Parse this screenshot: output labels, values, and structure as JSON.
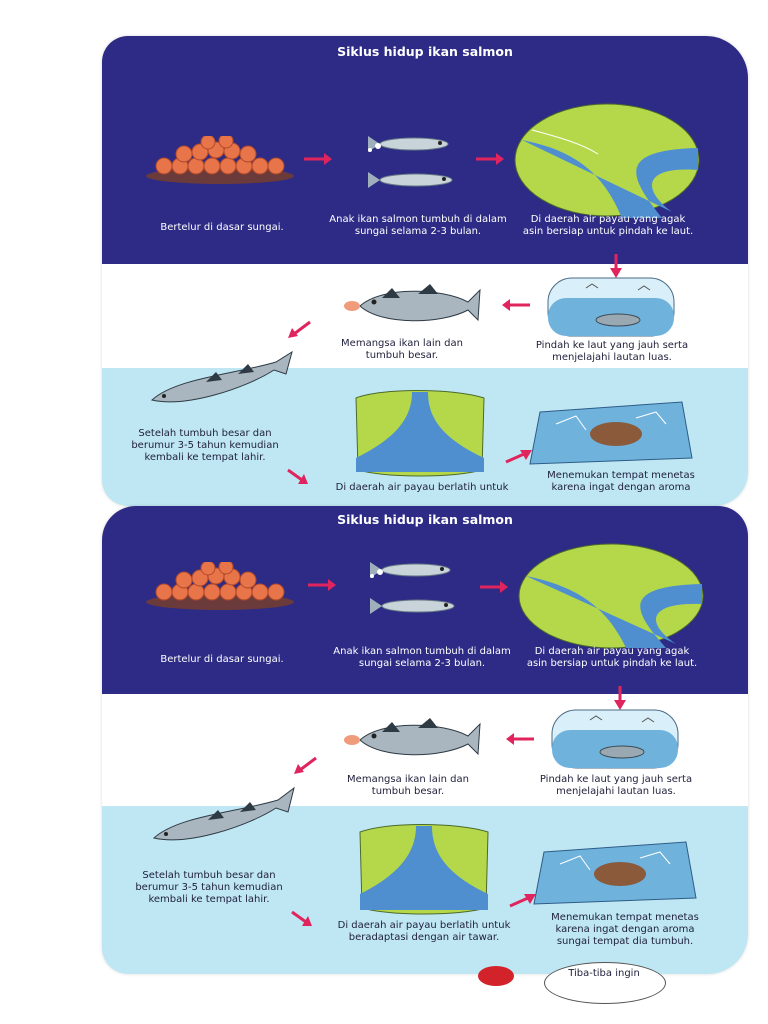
{
  "panels": [
    {
      "title": "Siklus hidup ikan salmon",
      "captions": {
        "eggs": "Bertelur di dasar sungai.",
        "young": "Anak ikan salmon tumbuh di dalam sungai selama 2-3 bulan.",
        "estuary": "Di daerah air payau yang agak asin bersiap untuk pindah ke laut.",
        "sea": "Pindah ke laut yang jauh serta menjelajahi lautan luas.",
        "eat": "Memangsa ikan lain dan tumbuh besar.",
        "return": "Setelah tumbuh besar dan berumur 3-5 tahun kemudian kembali ke tempat lahir.",
        "adapt": "Di daerah air payau berlatih untuk",
        "spawn": "Menemukan tempat menetas karena ingat dengan aroma"
      }
    },
    {
      "title": "Siklus hidup ikan salmon",
      "captions": {
        "eggs": "Bertelur di dasar sungai.",
        "young": "Anak ikan salmon tumbuh di dalam sungai selama 2-3 bulan.",
        "estuary": "Di daerah air payau yang agak asin bersiap untuk pindah ke laut.",
        "sea": "Pindah ke laut yang jauh serta menjelajahi lautan luas.",
        "eat": "Memangsa ikan lain dan tumbuh besar.",
        "return": "Setelah tumbuh besar dan berumur 3-5 tahun kemudian kembali ke tempat lahir.",
        "adapt": "Di daerah air payau berlatih untuk beradaptasi dengan air tawar.",
        "spawn": "Menemukan tempat menetas karena ingat dengan aroma sungai tempat dia tumbuh."
      }
    }
  ],
  "bubble": {
    "text": "Tiba-tiba ingin"
  },
  "colors": {
    "navy": "#2d2b86",
    "light_blue": "#bfe7f3",
    "arrow_red": "#e0245e",
    "egg_orange": "#e8744a",
    "land_green": "#b5d84a",
    "water_blue": "#4f8fd0"
  }
}
